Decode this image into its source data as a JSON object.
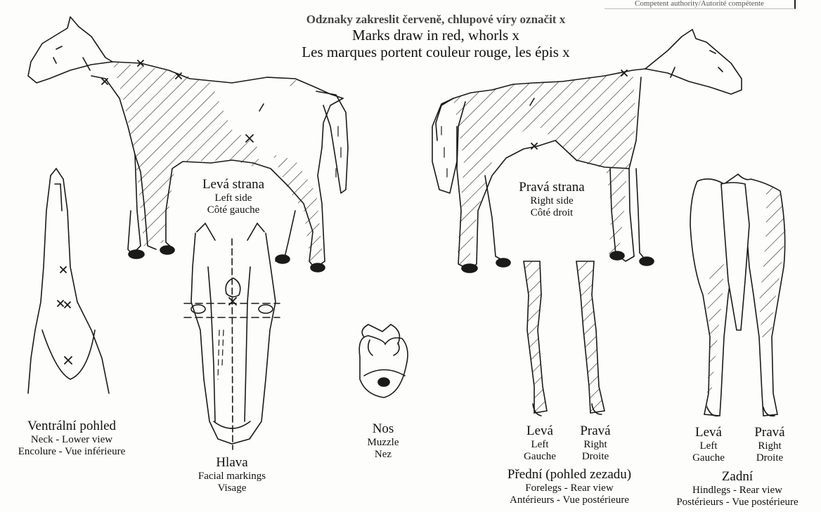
{
  "corner_text": "Competent authority/Autorité compétente",
  "header": {
    "line_cz": "Odznaky zakreslit červeně, chlupové víry označit x",
    "line_en": "Marks draw in red, whorls x",
    "line_fr": "Les marques portent couleur rouge, les épis x"
  },
  "left_side": {
    "cz": "Levá strana",
    "en": "Left side",
    "fr": "Côté gauche"
  },
  "right_side": {
    "cz": "Pravá strana",
    "en": "Right side",
    "fr": "Côté droit"
  },
  "ventral": {
    "cz": "Ventrální pohled",
    "en": "Neck - Lower view",
    "fr": "Encolure - Vue inférieure"
  },
  "head": {
    "cz": "Hlava",
    "en": "Facial markings",
    "fr": "Visage"
  },
  "muzzle": {
    "cz": "Nos",
    "en": "Muzzle",
    "fr": "Nez"
  },
  "forelegs": {
    "left": {
      "cz": "Levá",
      "en": "Left",
      "fr": "Gauche"
    },
    "right": {
      "cz": "Pravá",
      "en": "Right",
      "fr": "Droite"
    },
    "cz": "Přední (pohled zezadu)",
    "en": "Forelegs - Rear view",
    "fr": "Antérieurs - Vue postérieure"
  },
  "hindlegs": {
    "left": {
      "cz": "Levá",
      "en": "Left",
      "fr": "Gauche"
    },
    "right": {
      "cz": "Pravá",
      "en": "Right",
      "fr": "Droite"
    },
    "cz": "Zadní",
    "en": "Hindlegs - Rear view",
    "fr": "Postérieurs - Vue postérieure"
  },
  "whorl_symbol": "x",
  "colors": {
    "line": "#1a1a1a",
    "hatch": "#333333",
    "paper": "#fdfdfb"
  }
}
